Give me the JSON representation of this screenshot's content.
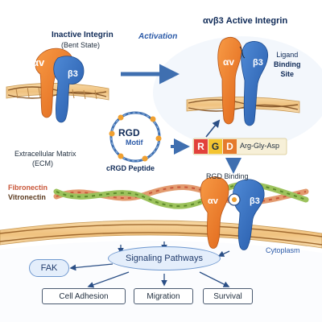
{
  "inactive": {
    "title": "Inactive Integrin",
    "subtitle": "(Bent State)",
    "alpha": "αv",
    "beta": "β3"
  },
  "activation": {
    "label": "Activation"
  },
  "active": {
    "title": "αvβ3 Active Integrin",
    "alpha": "αv",
    "beta": "β3",
    "ligand_site": [
      "Ligand",
      "Binding",
      "Site"
    ]
  },
  "rgd": {
    "title": "RGD",
    "subtitle": "Motif",
    "peptide": "cRGD Peptide",
    "letters": [
      "R",
      "G",
      "D"
    ],
    "sequence": "Arg-Gly-Asp"
  },
  "ecm": {
    "line1": "Extracellular Matrix",
    "line2": "(ECM)",
    "fibronectin": "Fibronectin",
    "vitronectin": "Vitronectin"
  },
  "binding": {
    "label": "RGD Binding",
    "alpha": "αv",
    "beta": "β3"
  },
  "signaling": {
    "title": "Signaling Pathways",
    "fak": "FAK",
    "cytoplasm": "Cytoplasm",
    "outcomes": [
      "Cell Adhesion",
      "Migration",
      "Survival"
    ]
  },
  "colors": {
    "alpha": "#ef7d23",
    "beta": "#2f6fc4",
    "navy": "#0f2a57",
    "membrane": "#f3c98b",
    "fibronectin": "#d9663b",
    "vitronectin": "#7ea63b",
    "r": "#e2413b",
    "g": "#f4c430",
    "d": "#e57a2c"
  }
}
